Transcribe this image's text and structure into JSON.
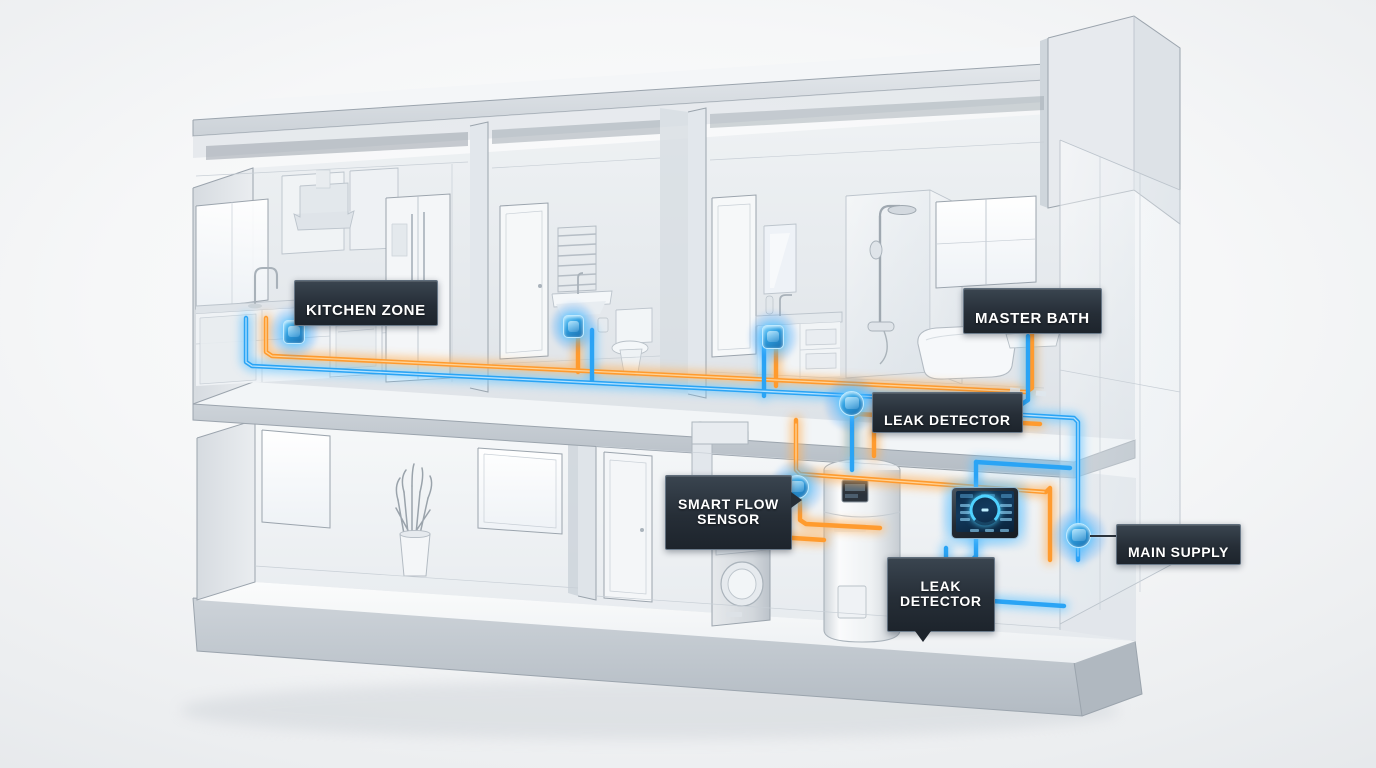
{
  "scene": {
    "title": "Smart Home Water Monitoring System — Cutaway House Diagram",
    "background_color": "#f4f6f7",
    "structure_color": "#e9ecef",
    "structure_edge_color": "#9ba4ad"
  },
  "pipes": {
    "hot_color": "#ff9b33",
    "hot_glow": "#ffc77a",
    "cold_color": "#2fa8f5",
    "cold_glow": "#8fd4ff",
    "hot_label": "hot water supply",
    "cold_label": "cold water supply"
  },
  "labels": [
    {
      "id": "kitchen-zone",
      "text": "KITCHEN ZONE",
      "lines": 1
    },
    {
      "id": "master-bath",
      "text": "MASTER BATH",
      "lines": 1
    },
    {
      "id": "leak-detector-upper",
      "text": "LEAK DETECTOR",
      "lines": 1
    },
    {
      "id": "smart-flow-sensor",
      "text": "SMART FLOW\nSENSOR",
      "lines": 2
    },
    {
      "id": "leak-detector-lower",
      "text": "LEAK\nDETECTOR",
      "lines": 2
    },
    {
      "id": "main-supply",
      "text": "MAIN SUPPLY",
      "lines": 1
    }
  ],
  "devices": {
    "kitchen_sensor": "leak-sensor-square",
    "mid_bath_sensor": "leak-sensor-square",
    "master_bath_sensor": "leak-sensor-square",
    "upper_leak_detector": "leak-sensor-round",
    "flow_sensor": "flow-sensor-round",
    "lower_leak_detector": "leak-sensor-round",
    "main_supply_valve": "shutoff-valve-round",
    "control_panel": "smart-control-panel",
    "water_heater": "water-heater-tank",
    "washing_machine": "washing-machine"
  },
  "fixtures": {
    "kitchen": [
      "sink-faucet",
      "dishwasher",
      "range-oven",
      "range-hood",
      "refrigerator",
      "upper-cabinets",
      "base-cabinets"
    ],
    "mid_bath": [
      "wall-sink",
      "toilet",
      "towel-radiator",
      "door"
    ],
    "master_bath": [
      "vanity",
      "mirror",
      "shower-enclosure",
      "rain-shower-head",
      "freestanding-tub",
      "window"
    ],
    "basement": [
      "potted-plant",
      "window",
      "door",
      "washing-machine",
      "vent-duct",
      "water-heater"
    ]
  },
  "panel": {
    "accent_color": "#4fd2ff",
    "screen_color": "#123a5e"
  }
}
